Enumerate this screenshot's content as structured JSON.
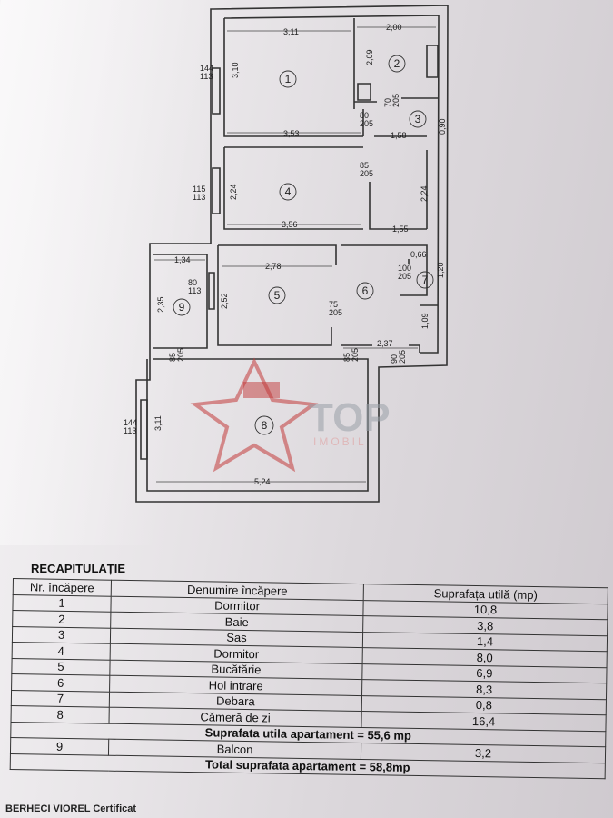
{
  "plan": {
    "rooms": [
      "1",
      "2",
      "3",
      "4",
      "5",
      "6",
      "7",
      "8",
      "9"
    ],
    "dims": {
      "r1_top": "3,11",
      "r2_top": "2,00",
      "r1_side": "3,10",
      "r2_side": "2,09",
      "r1_bottom": "3,53",
      "r3_bottom": "1,58",
      "r3_side": "0,90",
      "door_r2": "70\n205",
      "door_r3": "80\n205",
      "win_r1": "144\n113",
      "win_r4": "115\n113",
      "win_r5": "80\n113",
      "win_r8": "144\n113",
      "door_r4": "85\n205",
      "r4_side": "2,24",
      "r4_side_right": "2,24",
      "r4_bottom": "3,56",
      "r6_top": "1,55",
      "r7_top": "0,66",
      "door_r7": "100\n205",
      "r7_side": "1,20",
      "r9_top": "1,34",
      "r5_top": "2,78",
      "r9_side": "2,35",
      "r5_side": "2,52",
      "door_r5": "75\n205",
      "r6_side": "1,09",
      "r6_bottom": "2,37",
      "door_r9": "85\n205",
      "door_r8": "85\n205",
      "door_entry": "90\n205",
      "r8_side": "3,11",
      "r8_bottom": "5,24"
    },
    "watermark": {
      "brand": "TOP",
      "sub": "IMOBIL"
    }
  },
  "recap": {
    "title": "RECAPITULAȚIE",
    "headers": [
      "Nr. încăpere",
      "Denumire încăpere",
      "Suprafața utilă (mp)"
    ],
    "rows": [
      {
        "nr": "1",
        "name": "Dormitor",
        "area": "10,8"
      },
      {
        "nr": "2",
        "name": "Baie",
        "area": "3,8"
      },
      {
        "nr": "3",
        "name": "Sas",
        "area": "1,4"
      },
      {
        "nr": "4",
        "name": "Dormitor",
        "area": "8,0"
      },
      {
        "nr": "5",
        "name": "Bucătărie",
        "area": "6,9"
      },
      {
        "nr": "6",
        "name": "Hol intrare",
        "area": "8,3"
      },
      {
        "nr": "7",
        "name": "Debara",
        "area": "0,8"
      },
      {
        "nr": "8",
        "name": "Cămeră de zi",
        "area": "16,4"
      }
    ],
    "subtotal": "Suprafata utila apartament = 55,6 mp",
    "balcony": {
      "nr": "9",
      "name": "Balcon",
      "area": "3,2"
    },
    "total": "Total suprafata apartament = 58,8mp",
    "signer": "BERHECI VIOREL Certificat"
  }
}
